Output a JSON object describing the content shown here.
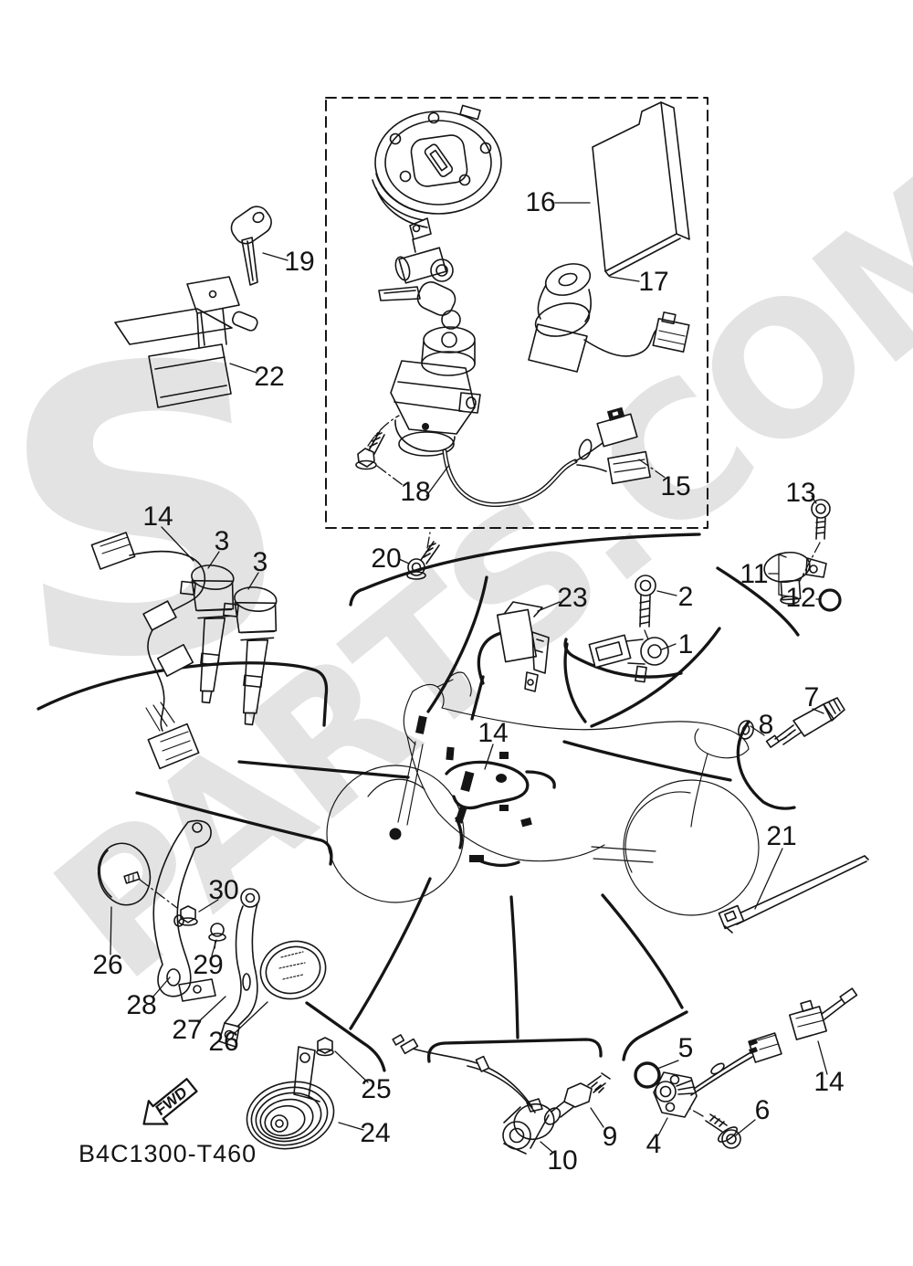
{
  "diagram": {
    "code": "B4C1300-T460",
    "fwd_label": "FWD",
    "watermark": {
      "logo_letter": "S",
      "site_text": "PARTS.COM",
      "color": "#e3e3e3"
    },
    "colors": {
      "line": "#151515",
      "background": "#ffffff"
    },
    "callouts": [
      {
        "label": "19"
      },
      {
        "label": "22"
      },
      {
        "label": "16"
      },
      {
        "label": "17"
      },
      {
        "label": "15"
      },
      {
        "label": "18"
      },
      {
        "label": "20"
      },
      {
        "label": "13"
      },
      {
        "label": "11"
      },
      {
        "label": "12"
      },
      {
        "label": "2"
      },
      {
        "label": "23"
      },
      {
        "label": "1"
      },
      {
        "label": "14"
      },
      {
        "label": "3"
      },
      {
        "label": "3"
      },
      {
        "label": "14"
      },
      {
        "label": "7"
      },
      {
        "label": "8"
      },
      {
        "label": "21"
      },
      {
        "label": "26"
      },
      {
        "label": "30"
      },
      {
        "label": "29"
      },
      {
        "label": "28"
      },
      {
        "label": "27"
      },
      {
        "label": "26"
      },
      {
        "label": "25"
      },
      {
        "label": "24"
      },
      {
        "label": "10"
      },
      {
        "label": "9"
      },
      {
        "label": "5"
      },
      {
        "label": "4"
      },
      {
        "label": "6"
      },
      {
        "label": "14"
      }
    ]
  }
}
